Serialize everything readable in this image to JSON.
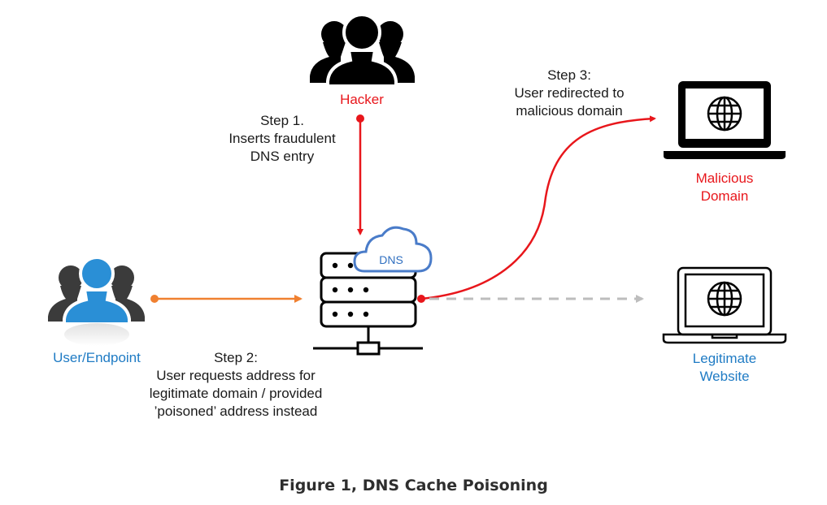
{
  "nodes": {
    "hacker": {
      "label": "Hacker",
      "icon": "people-group-icon",
      "color": "#e8161b"
    },
    "user": {
      "label": "User/Endpoint",
      "icon": "people-group-icon",
      "color": "#1f7bc4"
    },
    "dns_server": {
      "cloud_label": "DNS",
      "icon": "server-rack-icon",
      "cloud_color": "#4a7cc9"
    },
    "malicious": {
      "label_line1": "Malicious",
      "label_line2": "Domain",
      "icon": "laptop-globe-icon",
      "color": "#e8161b"
    },
    "legitimate": {
      "label_line1": "Legitimate",
      "label_line2": "Website",
      "icon": "laptop-globe-icon",
      "color": "#1f7bc4"
    }
  },
  "steps": {
    "step1": {
      "line1": "Step 1.",
      "line2": "Inserts fraudulent",
      "line3": "DNS entry"
    },
    "step2": {
      "line1": "Step 2:",
      "line2": "User requests address for",
      "line3": "legitimate domain / provided",
      "line4": "’poisoned’ address instead"
    },
    "step3": {
      "line1": "Step 3:",
      "line2": "User redirected to",
      "line3": "malicious domain"
    }
  },
  "edges": [
    {
      "from": "hacker",
      "to": "dns_server",
      "color": "#e8161b",
      "style": "solid"
    },
    {
      "from": "user",
      "to": "dns_server",
      "color": "#f08030",
      "style": "solid"
    },
    {
      "from": "dns_server",
      "to": "malicious",
      "color": "#e8161b",
      "style": "solid-curve"
    },
    {
      "from": "dns_server",
      "to": "legitimate",
      "color": "#bdbdbd",
      "style": "dashed"
    }
  ],
  "caption": "Figure 1, DNS Cache Poisoning"
}
